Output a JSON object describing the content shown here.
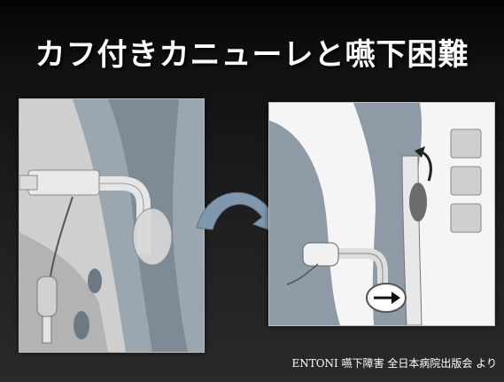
{
  "slide": {
    "title": "カフ付きカニューレと嚥下困難",
    "citation": "ENTONI 嚥下障害 全日本病院出版会 より"
  },
  "colors": {
    "background": "#1a1a1a",
    "title_text": "#ffffff",
    "arrow": "#7f98ad",
    "tissue": "#8e9aa6",
    "vertebra": "#cfcfcf",
    "bolus": "#6c6c6c"
  },
  "images": {
    "left": "cuffed-tracheostomy-tube-illustration",
    "right": "airway-cross-section-diagram",
    "center": "curved-transition-arrow-icon"
  }
}
